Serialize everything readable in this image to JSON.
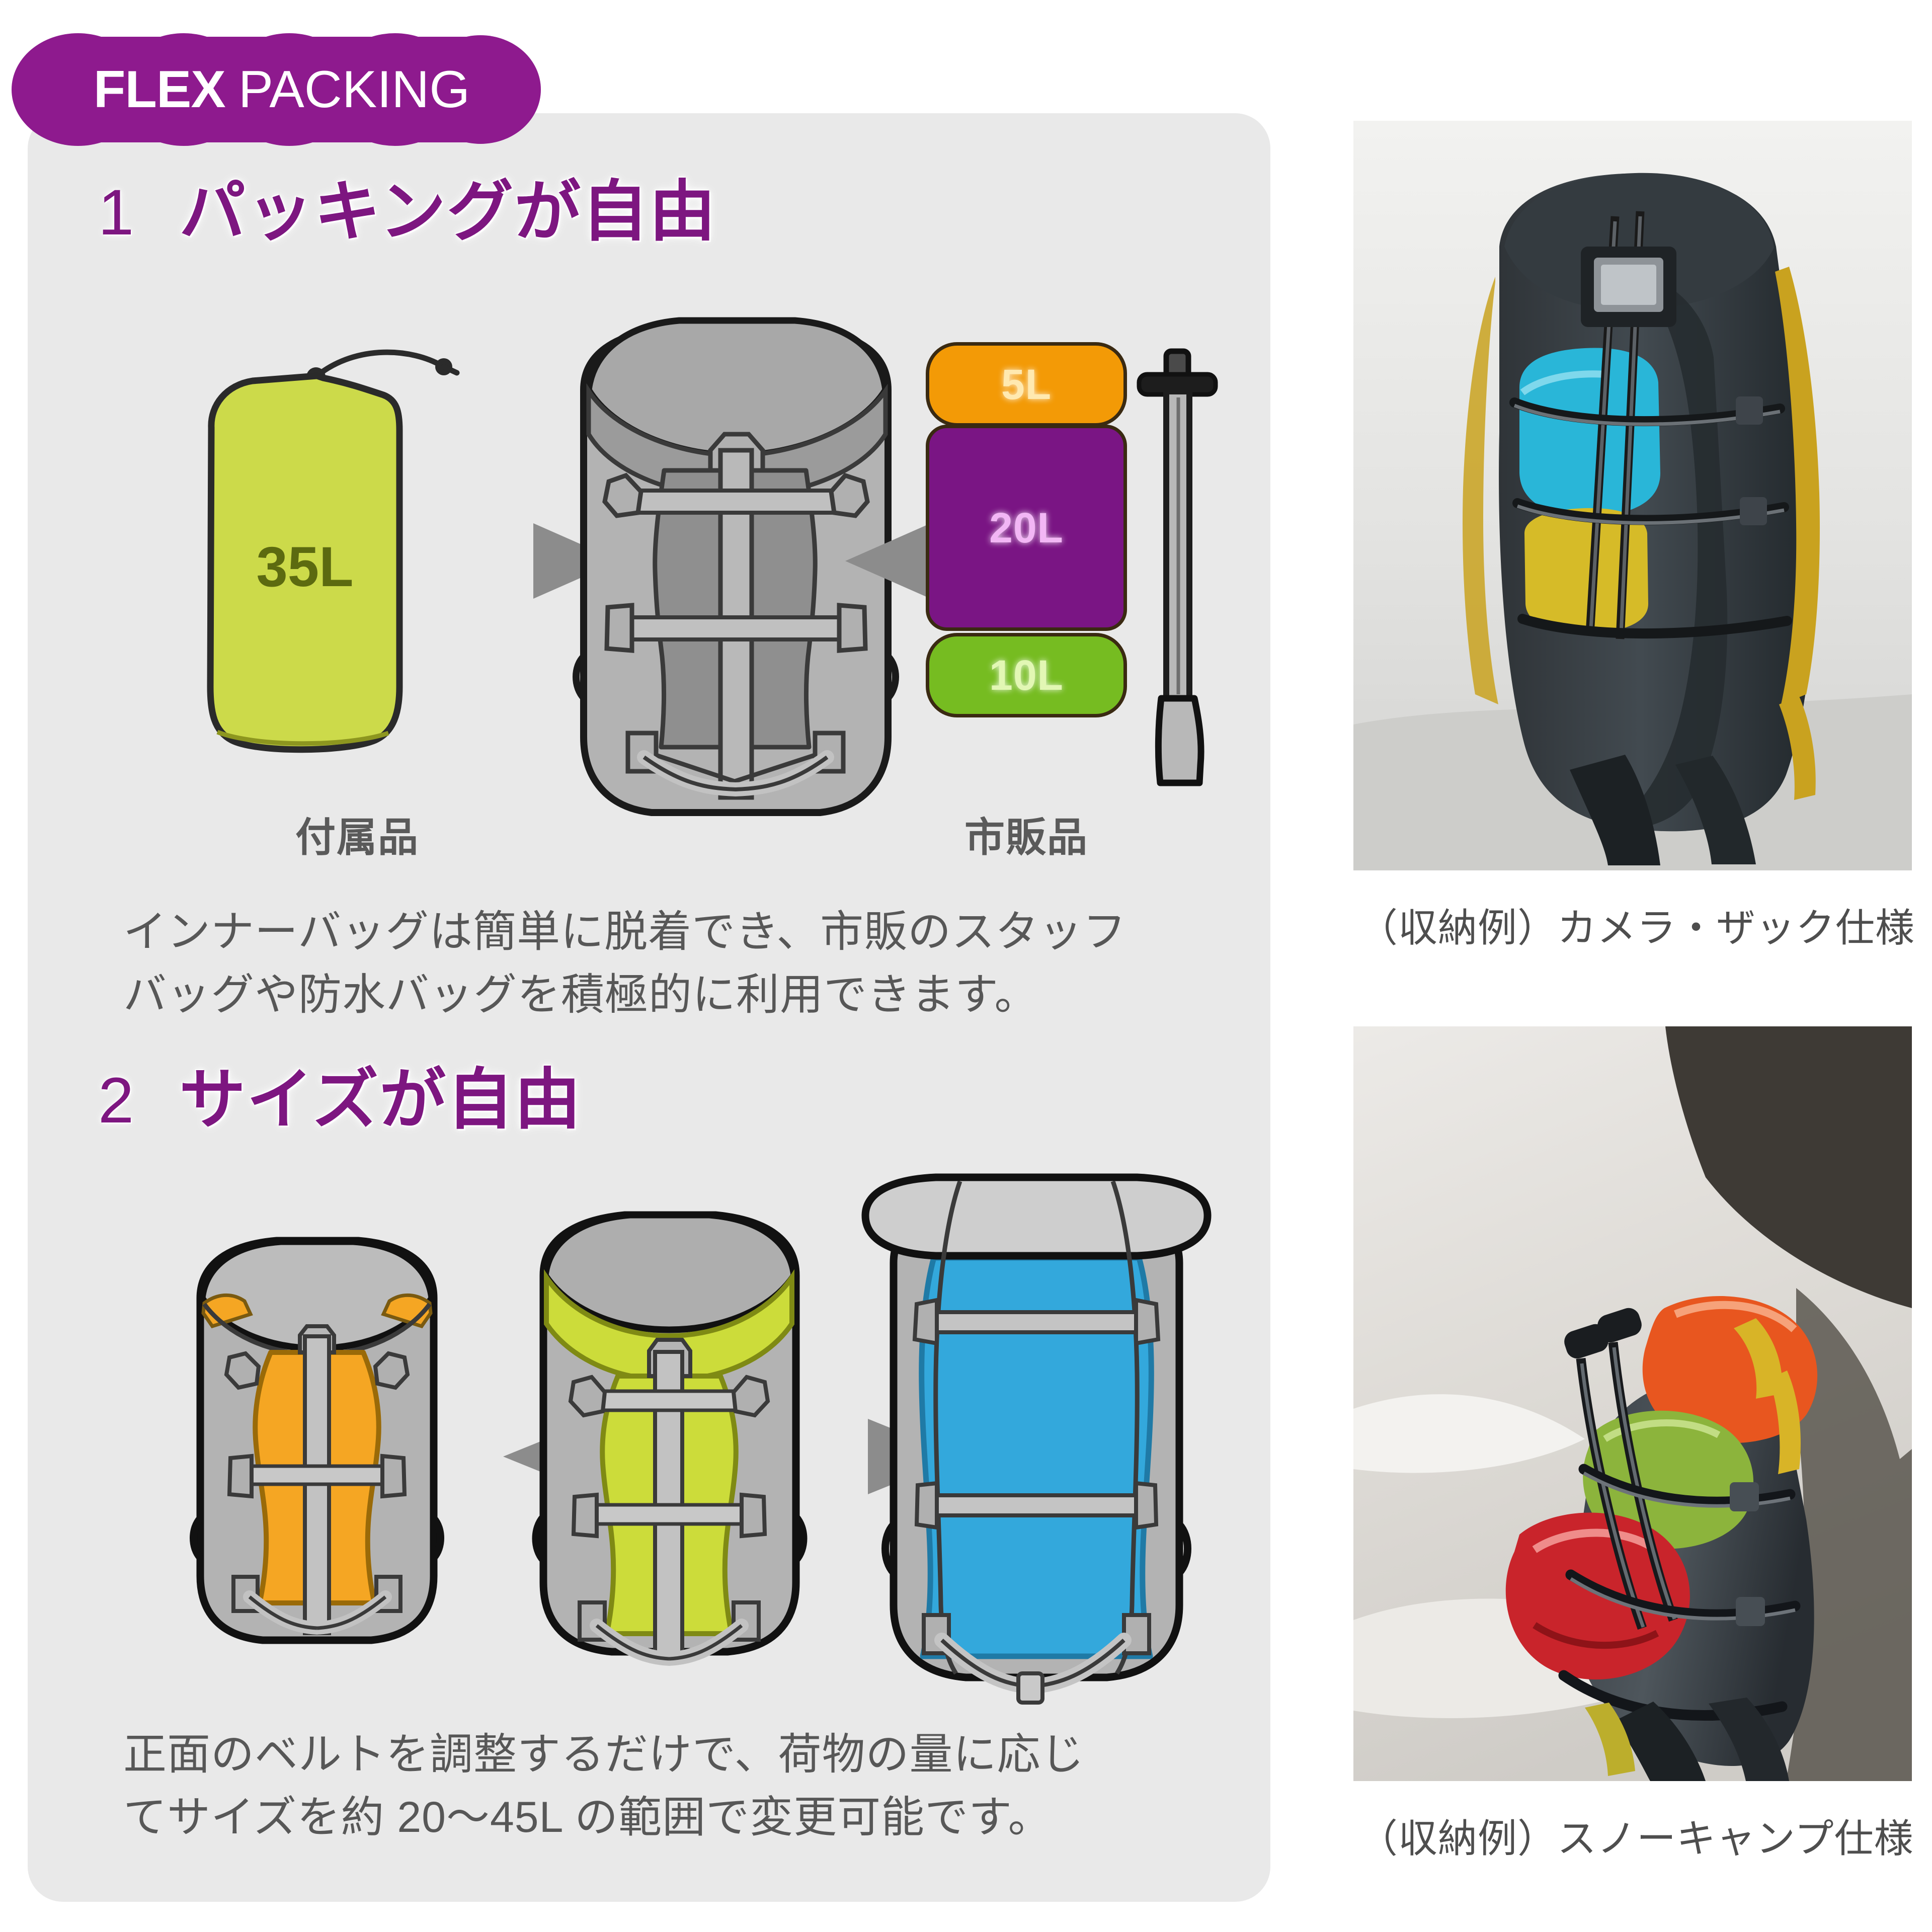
{
  "badge": {
    "word_bold": "FLEX",
    "word_light": "PACKING",
    "color": "#8E1A8E"
  },
  "theme": {
    "panel_bg": "#e9e9e9",
    "heading_purple": "#7d1680",
    "body_gray": "#575757",
    "arrow_gray": "#8c8c8c",
    "pack_body_gray": "#b3b3b3",
    "pack_shade_gray": "#8f8f8f",
    "pack_lid_gray": "#a8a8a8"
  },
  "sections": [
    {
      "number": "1",
      "title": "パッキングが自由",
      "body": "インナーバッグは簡単に脱着でき、市販のスタッフ\nバッグや防水バッグを積極的に利用できます。",
      "left_item": {
        "label": "35L",
        "caption": "付属品",
        "color": "#CCDA4A",
        "text_color": "#5c6a10"
      },
      "right_caption": "市販品",
      "sacks": [
        {
          "label": "5L",
          "color": "#F39A06",
          "text_color": "#ffe9b0"
        },
        {
          "label": "20L",
          "color": "#7A1584",
          "text_color": "#f2b6f5"
        },
        {
          "label": "10L",
          "color": "#76BC21",
          "text_color": "#e2f7b4"
        }
      ],
      "tool": "ice-axe"
    },
    {
      "number": "2",
      "title": "サイズが自由",
      "body": "正面のベルトを調整するだけで、荷物の量に応じ\nてサイズを約 20〜45L の範囲で変更可能です。",
      "packs": [
        {
          "name": "small",
          "inner_color": "#F5A623",
          "inner_shade": "#e08f10"
        },
        {
          "name": "medium",
          "inner_color": "#CCDC3A",
          "inner_shade": "#b5c425"
        },
        {
          "name": "large",
          "inner_color": "#33A8DC",
          "inner_shade": "#2b95c4"
        }
      ]
    }
  ],
  "photos": [
    {
      "caption": "（収納例）カメラ・ザック仕様",
      "scene": "camera-pack-on-snow"
    },
    {
      "caption": "（収納例）スノーキャンプ仕様",
      "scene": "snow-camp-pack"
    }
  ]
}
